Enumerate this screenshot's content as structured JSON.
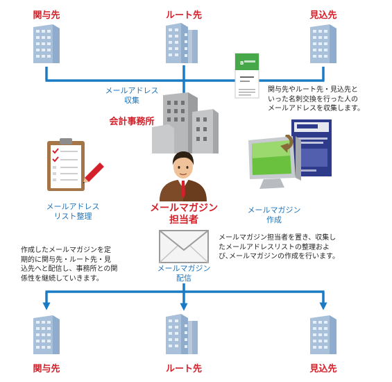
{
  "colors": {
    "line": "#1a7bc4",
    "label_red": "#d3202a",
    "label_blue": "#1f73b8",
    "building": "#a9c0da",
    "building_highlight": "#d6e4f2",
    "building_right": "#9bb8d7"
  },
  "top": {
    "partner_left": "関与先",
    "partner_center": "ルート先",
    "partner_right": "見込先"
  },
  "collect": {
    "label": "メールアドレス\n収集",
    "description": "関与先やルート先・見込先と\nいった名刺交換を行った人の\nメールアドレスを収集します。"
  },
  "office": {
    "title": "会計事務所"
  },
  "staff": {
    "title": "メールマガジン\n担当者",
    "description": "メールマガジン担当者を置き、収集し\nたメールアドレスリストの整理およ\nび､メールマガジンの作成を行います。"
  },
  "list_task": {
    "label": "メールアドレス\nリスト整理"
  },
  "create_task": {
    "label": "メールマガジン\n作成"
  },
  "deliver": {
    "label": "メールマガジン\n配信",
    "description": "作成したメールマガジンを定\n期的に関与先・ルート先・見\n込先へと配信し、事務所との関\n係性を継続していきます。"
  },
  "bottom": {
    "partner_left": "関与先",
    "partner_center": "ルート先",
    "partner_right": "見込先"
  },
  "icons": [
    "building-icon",
    "business-card-icon",
    "office-building-icon",
    "staff-person-icon",
    "clipboard-checklist-icon",
    "pencil-icon",
    "computer-monitor-icon",
    "magazine-icon",
    "envelope-icon"
  ]
}
